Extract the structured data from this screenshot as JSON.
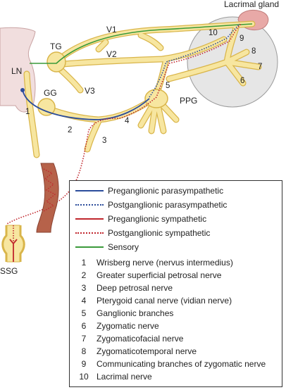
{
  "labels": {
    "lacrimal_gland": "Lacrimal gland",
    "v1": "V1",
    "v2": "V2",
    "v3": "V3",
    "tg": "TG",
    "ln": "LN",
    "gg": "GG",
    "ppg": "PPG",
    "ssg": "SSG"
  },
  "branch_numbers": [
    "1",
    "2",
    "3",
    "4",
    "5",
    "6",
    "7",
    "8",
    "9",
    "10"
  ],
  "legend": {
    "fibers": [
      {
        "label": "Preganglionic parasympathetic",
        "color": "#2b4c9b",
        "style": "solid"
      },
      {
        "label": "Postganglionic parasympathetic",
        "color": "#2b4c9b",
        "style": "dotted"
      },
      {
        "label": "Preganglionic sympathetic",
        "color": "#c0262d",
        "style": "solid"
      },
      {
        "label": "Postganglionic sympathetic",
        "color": "#c0262d",
        "style": "dotted"
      },
      {
        "label": "Sensory",
        "color": "#3a9a3a",
        "style": "solid"
      }
    ],
    "nerves": [
      {
        "num": "1",
        "name": "Wrisberg nerve (nervus intermedius)"
      },
      {
        "num": "2",
        "name": "Greater superficial petrosal nerve"
      },
      {
        "num": "3",
        "name": "Deep petrosal nerve"
      },
      {
        "num": "4",
        "name": "Pterygoid canal nerve (vidian nerve)"
      },
      {
        "num": "5",
        "name": "Ganglionic branches"
      },
      {
        "num": "6",
        "name": "Zygomatic nerve"
      },
      {
        "num": "7",
        "name": "Zygomaticofacial nerve"
      },
      {
        "num": "8",
        "name": "Zygomaticotemporal nerve"
      },
      {
        "num": "9",
        "name": "Communicating branches of zygomatic nerve"
      },
      {
        "num": "10",
        "name": "Lacrimal nerve"
      }
    ]
  },
  "colors": {
    "nerve_fill": "#f7e6a0",
    "nerve_stroke": "#d9b54a",
    "brainstem": "#f1dede",
    "orbit": "#e6e6e6",
    "gland": "#e8a9a7",
    "carotid": "#b6624a"
  }
}
